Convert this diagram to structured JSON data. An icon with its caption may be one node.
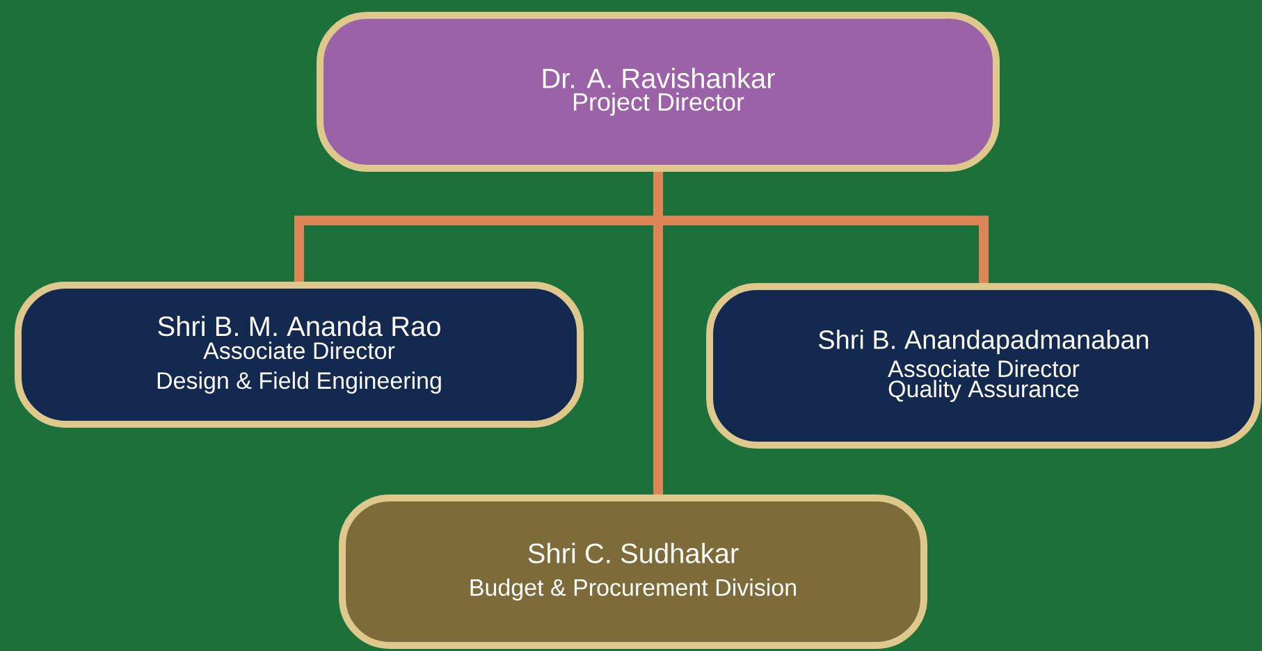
{
  "diagram": {
    "nodes": [
      {
        "text": [
          "Dr. A. Ravishankar",
          "Project Director"
        ]
      },
      {
        "text": [
          "Shri B. M. Ananda Rao",
          "Associate Director",
          "Design & Field Engineering"
        ]
      },
      {
        "text": [
          "Shri B. Anandapadmanaban",
          "Associate Director",
          "Quality Assurance"
        ]
      },
      {
        "text": [
          "Shri C. Sudhakar",
          "Budget & Procurement Division"
        ]
      }
    ],
    "edges": [
      {
        "from": 0,
        "to": 1,
        "arrow": "none"
      },
      {
        "from": 0,
        "to": 2,
        "arrow": "none"
      },
      {
        "from": 0,
        "to": 3,
        "arrow": "none"
      }
    ]
  }
}
